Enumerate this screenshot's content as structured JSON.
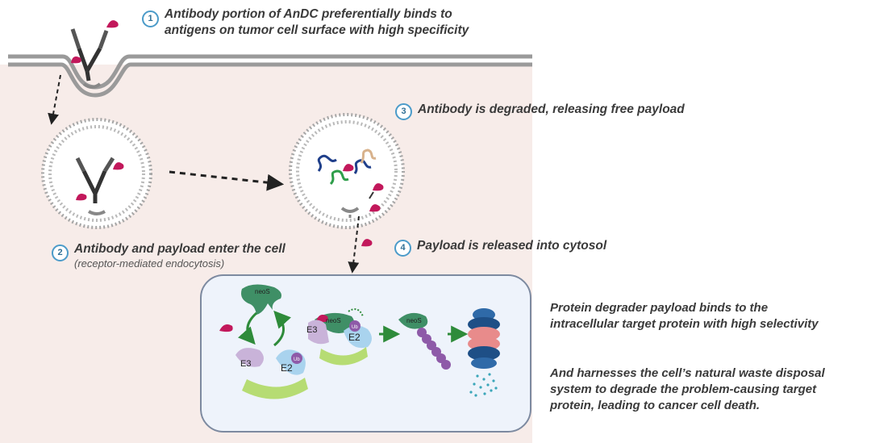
{
  "steps": [
    {
      "number": "1",
      "text_line1": "Antibody portion of AnDC preferentially binds to",
      "text_line2": "antigens on tumor cell surface with high specificity"
    },
    {
      "number": "2",
      "text_line1": "Antibody and payload enter the cell",
      "subtext": "(receptor-mediated endocytosis)"
    },
    {
      "number": "3",
      "text_line1": "Antibody is degraded, releasing free payload"
    },
    {
      "number": "4",
      "text_line1": "Payload is released into cytosol"
    }
  ],
  "right_notes": {
    "note1_line1": "Protein degrader payload binds to the",
    "note1_line2": "intracellular target protein with high selectivity",
    "note2_line1": "And harnesses the cell’s natural waste disposal",
    "note2_line2": "system to degrade the problem-causing target",
    "note2_line3": "protein, leading to cancer cell death."
  },
  "cytosol_labels": {
    "neos_a": "neoS",
    "neos_b": "neoS",
    "neos_c": "neoS",
    "e3_a": "E3",
    "e2_a": "E2",
    "e3_b": "E3",
    "e2_b": "E2",
    "ub_a": "Ub",
    "ub_b": "Ub"
  },
  "colors": {
    "cell_background": "#f7ece9",
    "membrane": "#9a9a9a",
    "payload": "#c2185b",
    "antibody": "#333333",
    "neos": "#3f8f66",
    "e3": "#c9b3d9",
    "e2": "#a9d3ee",
    "ligase_base": "#b6dc73",
    "ubiquitin": "#8e5aa8",
    "cycle_arrow": "#2e8b3a",
    "step_badge": "#4b9bc9",
    "cytosol_box": "#eef3fb"
  }
}
